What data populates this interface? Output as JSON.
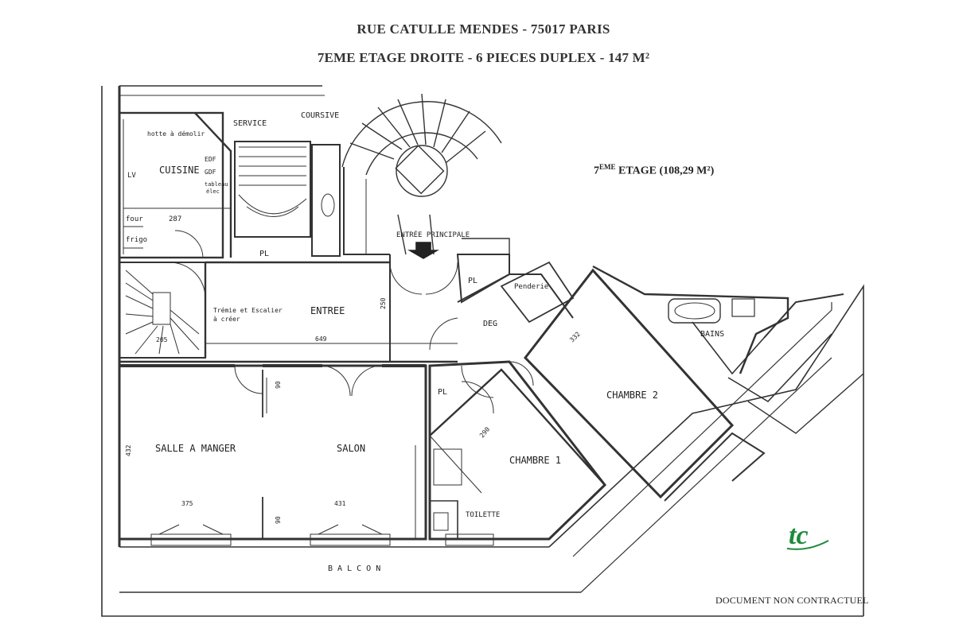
{
  "header": {
    "line1": "RUE CATULLE MENDES - 75017 PARIS",
    "line2": "7EME ETAGE DROITE - 6 PIECES DUPLEX - 147 M²"
  },
  "floor": {
    "label_sup": "EME",
    "label_main": "7",
    "label_rest": " ETAGE  (108,29 M²)"
  },
  "rooms": {
    "service": "SERVICE",
    "coursive": "COURSIVE",
    "cuisine": "CUISINE",
    "hotte": "hotte à démolir",
    "edf": "EDF",
    "gdf": "GDF",
    "tableau1": "tableau",
    "tableau2": "élec",
    "lv": "LV",
    "four": "four",
    "frigo": "frigo",
    "pl1": "PL",
    "pl2": "PL",
    "pl3": "PL",
    "entree_principale": "ENTRÉE PRINCIPALE",
    "entree": "ENTREE",
    "tremie1": "Trémie et Escalier",
    "tremie2": "à créer",
    "penderie": "Penderie",
    "deg": "DEG",
    "bains": "BAINS",
    "chambre2": "CHAMBRE 2",
    "chambre1": "CHAMBRE 1",
    "salle_a_manger": "SALLE A MANGER",
    "salon": "SALON",
    "toilette": "TOILETTE",
    "balcon": "B A L C O N"
  },
  "dimensions": {
    "d287": "287",
    "d250": "250",
    "d649": "649",
    "d205": "205",
    "d90a": "90",
    "d90b": "90",
    "d432": "432",
    "d375": "375",
    "d431": "431",
    "d332": "332",
    "d290": "290"
  },
  "footer": {
    "disclaimer": "DOCUMENT NON CONTRACTUEL"
  },
  "logo": {
    "text": "tc",
    "color": "#1e8a3c"
  }
}
